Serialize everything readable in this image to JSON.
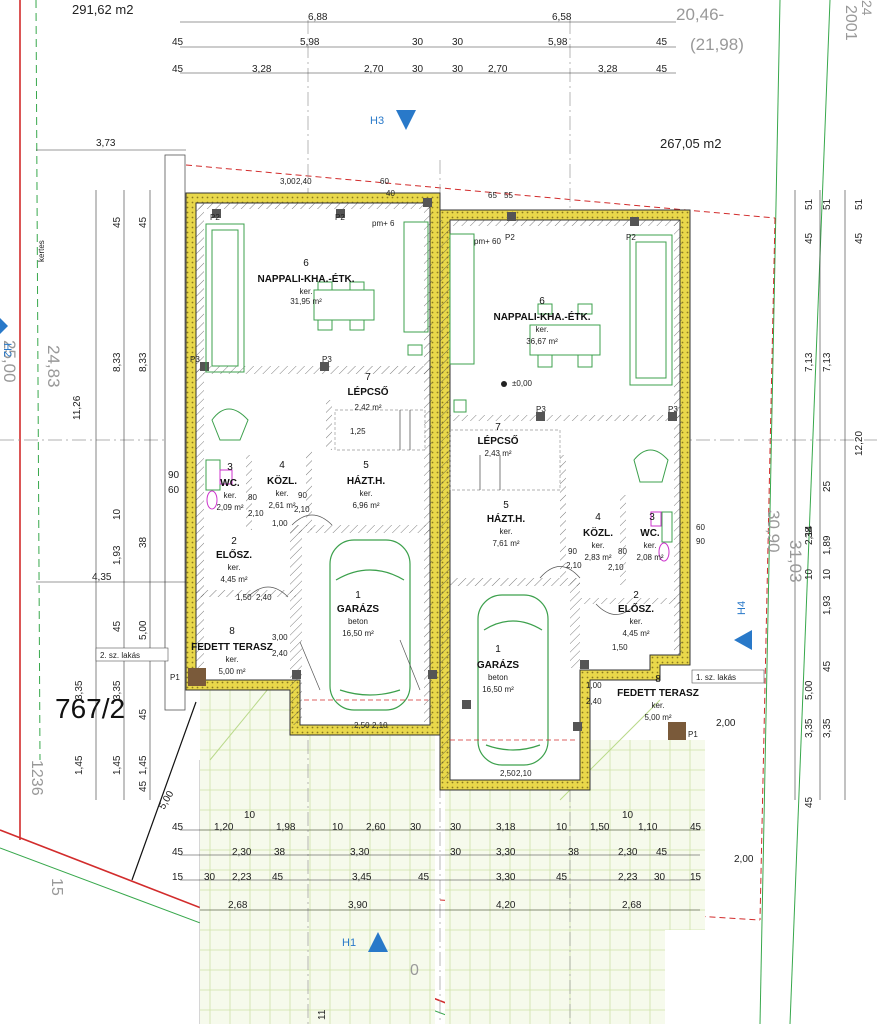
{
  "plot": {
    "parcel_number": "767/2",
    "area_top": "291,62 m2",
    "area_mid": "267,05 m2",
    "grey_top_right": "20,46-",
    "grey_top_right2": "(21,98)",
    "grey_right_edge": "2001",
    "grey_right_edge2": "24",
    "grey_left_2500": "25,00",
    "grey_left_2483": "24,83",
    "grey_right_3090": "30,90",
    "grey_right_3103": "31,03",
    "grey_bottom_1236": "1236",
    "grey_bottom_15": "15",
    "grey_bottom_0": "0",
    "kertes_label": "kertes"
  },
  "section_markers": {
    "h1": "H1",
    "h3": "H3",
    "h4": "H4",
    "h2": "H2"
  },
  "top_dims": {
    "row1": [
      "6,88",
      "6,58"
    ],
    "row2": [
      "45",
      "5,98",
      "30",
      "30",
      "5,98",
      "45"
    ],
    "row3": [
      "45",
      "3,28",
      "2,70",
      "30",
      "30",
      "2,70",
      "3,28",
      "45"
    ],
    "left_373": "3,73"
  },
  "left_dims": {
    "col_a": [
      "45",
      "8,33",
      "10",
      "1,93",
      "45",
      "3,35",
      "45",
      "1,45",
      "1,45"
    ],
    "col_b": [
      "45",
      "8,33",
      "38",
      "5,00",
      "3,35",
      "45",
      "1,45",
      "5,00"
    ],
    "total": "11,26",
    "w435": "4,35",
    "v90": "90",
    "v60": "60"
  },
  "right_dims": {
    "col_a": [
      "45",
      "51",
      "7,13",
      "25",
      "1,89",
      "38",
      "1,93",
      "10",
      "5,00",
      "45",
      "3,35",
      "45"
    ],
    "col_b": [
      "51",
      "7,13",
      "2,14",
      "10",
      "3,35"
    ],
    "total": "12,20",
    "h45": "45",
    "h51": "51"
  },
  "bottom_dims": {
    "row0": [
      "10",
      "10"
    ],
    "row1": [
      "45",
      "1,20",
      "1,98",
      "10",
      "2,60",
      "30",
      "30",
      "3,18",
      "10",
      "1,50",
      "1,10",
      "45"
    ],
    "row2": [
      "45",
      "2,30",
      "38",
      "3,30",
      "30",
      "3,30",
      "38",
      "2,30",
      "45"
    ],
    "row3": [
      "15",
      "30",
      "2,23",
      "45",
      "3,45",
      "45",
      "3,30",
      "45",
      "2,23",
      "30",
      "15"
    ],
    "row4": [
      "2,68",
      "3,90",
      "4,20",
      "2,68"
    ],
    "right_200a": "2,00",
    "right_200b": "2,00",
    "v11": "11",
    "v500": "5,00"
  },
  "rooms": {
    "left": [
      {
        "num": "6",
        "name": "NAPPALI-KHA.-ÉTK.",
        "sub": "ker.",
        "area": "31,95 m²"
      },
      {
        "num": "7",
        "name": "LÉPCSŐ",
        "sub": "",
        "area": "2,42 m²"
      },
      {
        "num": "3",
        "name": "WC.",
        "sub": "ker.",
        "area": "2,09 m²"
      },
      {
        "num": "4",
        "name": "KÖZL.",
        "sub": "ker.",
        "area": "2,61 m²"
      },
      {
        "num": "5",
        "name": "HÁZT.H.",
        "sub": "ker.",
        "area": "6,96 m²"
      },
      {
        "num": "2",
        "name": "ELŐSZ.",
        "sub": "ker.",
        "area": "4,45 m²"
      },
      {
        "num": "1",
        "name": "GARÁZS",
        "sub": "beton",
        "area": "16,50 m²"
      },
      {
        "num": "8",
        "name": "FEDETT TERASZ",
        "sub": "ker.",
        "area": "5,00 m²"
      }
    ],
    "right": [
      {
        "num": "6",
        "name": "NAPPALI-KHA.-ÉTK.",
        "sub": "ker.",
        "area": "36,67 m²"
      },
      {
        "num": "7",
        "name": "LÉPCSŐ",
        "sub": "",
        "area": "2,43 m²"
      },
      {
        "num": "5",
        "name": "HÁZT.H.",
        "sub": "ker.",
        "area": "7,61 m²"
      },
      {
        "num": "4",
        "name": "KÖZL.",
        "sub": "ker.",
        "area": "2,83 m²"
      },
      {
        "num": "3",
        "name": "WC.",
        "sub": "ker.",
        "area": "2,08 m²"
      },
      {
        "num": "2",
        "name": "ELŐSZ.",
        "sub": "ker.",
        "area": "4,45 m²"
      },
      {
        "num": "1",
        "name": "GARÁZS",
        "sub": "beton",
        "area": "16,50 m²"
      },
      {
        "num": "8",
        "name": "FEDETT TERASZ",
        "sub": "ker.",
        "area": "5,00 m²"
      }
    ]
  },
  "unit_labels": {
    "left": "2. sz. lakás",
    "right": "1. sz. lakás"
  },
  "pillars": [
    "P1",
    "P2",
    "P3"
  ],
  "level_labels": {
    "pm6": "pm+ 6",
    "pm60": "pm+ 60",
    "zero": "±0,00"
  },
  "door_dims": {
    "d90": "90",
    "d210": "2,10",
    "d80": "80",
    "d100": "1,00",
    "d150": "1,50",
    "d240": "2,40",
    "d250": "2,50",
    "d300": "3,00",
    "d300b": "3,00",
    "d240b": "2,40",
    "d60": "60",
    "d65": "65",
    "d55": "55",
    "d125": "1,25",
    "d150b": "1,50",
    "d240c": "2,40",
    "d40": "40"
  },
  "colors": {
    "wall": "#333333",
    "insulation": "#e6d23c",
    "hatch_green": "#b9d98a",
    "red_line": "#d22c2c",
    "green_line": "#38a84c",
    "blue_marker": "#2979c9",
    "furniture": "#3ca04c",
    "wc_pink": "#cc33cc",
    "grid": "#999999"
  }
}
